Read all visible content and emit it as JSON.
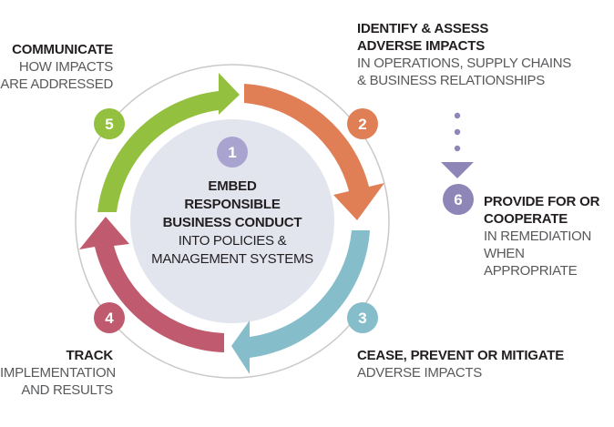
{
  "center": {
    "number": "1",
    "line1": "EMBED",
    "line2": "RESPONSIBLE",
    "line3": "BUSINESS CONDUCT",
    "line4": "INTO POLICIES &",
    "line5": "MANAGEMENT SYSTEMS"
  },
  "steps": [
    {
      "number": "2",
      "head1": "IDENTIFY & ASSESS",
      "head2": "ADVERSE IMPACTS",
      "sub1": "IN OPERATIONS, SUPPLY CHAINS",
      "sub2": "& BUSINESS RELATIONSHIPS"
    },
    {
      "number": "3",
      "head1": "CEASE, PREVENT OR MITIGATE",
      "sub1": "ADVERSE IMPACTS"
    },
    {
      "number": "4",
      "head1": "TRACK",
      "sub1": "IMPLEMENTATION",
      "sub2": "AND RESULTS"
    },
    {
      "number": "5",
      "head1": "COMMUNICATE",
      "sub1": "HOW IMPACTS",
      "sub2": "ARE ADDRESSED"
    },
    {
      "number": "6",
      "head1": "PROVIDE FOR OR",
      "head2": "COOPERATE",
      "sub1": "IN REMEDIATION",
      "sub2": "WHEN APPROPRIATE"
    }
  ],
  "colors": {
    "center": "#e3e5ee",
    "ring": "#c9c9c9",
    "step1": "#a9a4cf",
    "step2": "#e07f55",
    "step3": "#86bdcb",
    "step4": "#c05a6e",
    "step5": "#93c03e",
    "step6": "#8e86b6",
    "dots": "#8e86b6"
  }
}
